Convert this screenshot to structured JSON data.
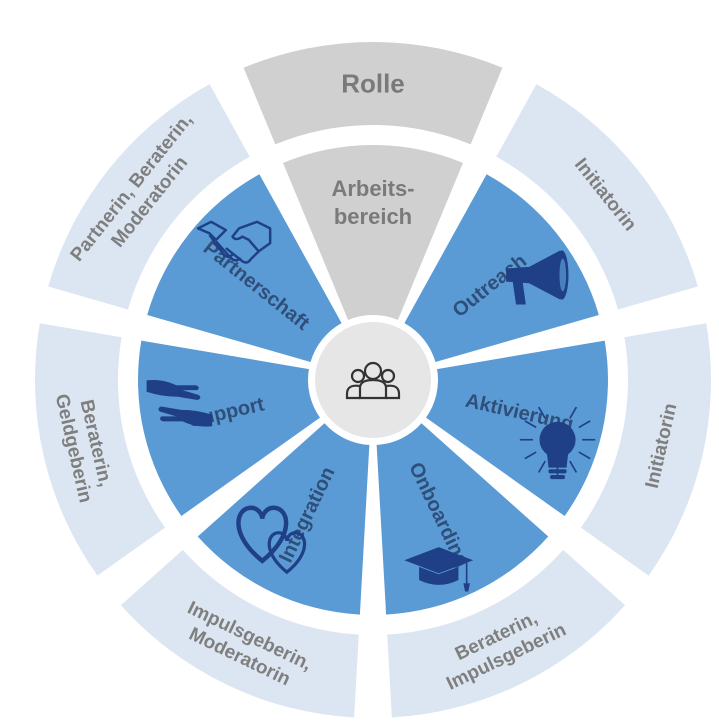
{
  "diagram": {
    "center_icon": "people-group-icon",
    "colors": {
      "inner_fill": "#5b9bd5",
      "outer_fill": "#dce6f2",
      "gray_fill": "#d0d0d0",
      "center_fill": "#e6e6e6",
      "inner_text": "#2f4f7a",
      "outer_text": "#7f7f7f",
      "icon_color": "#1f3f86"
    },
    "header": {
      "outer": "Rolle",
      "inner": [
        "Arbeits-",
        "bereich"
      ]
    },
    "segments": [
      {
        "area": "Outreach",
        "role": [
          "Initiatorin"
        ],
        "icon": "megaphone-icon"
      },
      {
        "area": "Aktivierung",
        "role": [
          "Initiatorin"
        ],
        "icon": "lightbulb-icon"
      },
      {
        "area": "Onboarding",
        "role": [
          "Beraterin,",
          "Impulsgeberin"
        ],
        "icon": "graduation-cap-icon"
      },
      {
        "area": "Integration",
        "role": [
          "Impulsgeberin,",
          "Moderatorin"
        ],
        "icon": "hearts-icon"
      },
      {
        "area": "Support",
        "role": [
          "Beraterin,",
          "Geldgeberin"
        ],
        "icon": "helping-hands-icon"
      },
      {
        "area": "Partnerschaft",
        "role": [
          "Partnerin, Beraterin,",
          "Moderatorin"
        ],
        "icon": "handshake-icon"
      }
    ]
  }
}
